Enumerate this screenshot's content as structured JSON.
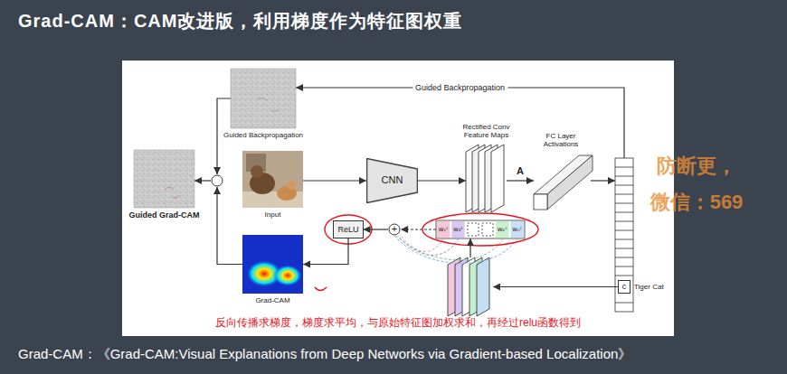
{
  "diagram": {
    "title": "Grad-CAM：CAM改进版，利用梯度作为特征图权重",
    "caption": "Grad-CAM：《Grad-CAM:Visual Explanations from Deep Networks via Gradient-based Localization》",
    "nodes": [
      {
        "text": [
          "Guided Backpropagation"
        ]
      },
      {
        "text": [
          "Guided Grad-CAM"
        ]
      },
      {
        "text": []
      },
      {
        "text": [
          "Input"
        ]
      },
      {
        "text": [
          "CNN"
        ]
      },
      {
        "text": [
          "Rectified Conv Feature Maps"
        ]
      },
      {
        "text": [
          "FC Layer Activations"
        ]
      },
      {
        "text": []
      },
      {
        "text": [
          "c",
          "Tiger Cat"
        ],
        "in": 7
      },
      {
        "text": [
          "ReLU"
        ]
      },
      {
        "text": [
          "+"
        ]
      },
      {
        "text": []
      },
      {
        "text": [
          "Grad-CAM"
        ]
      },
      {
        "text": []
      }
    ],
    "edges": [
      {
        "from": 7,
        "to": 0,
        "arrow": "to",
        "label": "Guided Backpropagation"
      },
      {
        "from": 0,
        "to": 2,
        "arrow": "to"
      },
      {
        "from": 12,
        "to": 2,
        "arrow": "to"
      },
      {
        "from": 2,
        "to": 1,
        "arrow": "to"
      },
      {
        "from": 3,
        "to": 4,
        "arrow": "to"
      },
      {
        "from": 4,
        "to": 5,
        "arrow": "to"
      },
      {
        "from": 5,
        "to": 6,
        "arrow": "to",
        "label": "A"
      },
      {
        "from": 6,
        "to": 7,
        "arrow": "to"
      },
      {
        "from": 8,
        "to": 13,
        "arrow": "to"
      },
      {
        "from": 13,
        "to": 11,
        "arrow": "to"
      },
      {
        "from": 11,
        "to": 10,
        "arrow": "to"
      },
      {
        "from": 10,
        "to": 9,
        "arrow": "to"
      },
      {
        "from": 9,
        "to": 12,
        "arrow": "to"
      }
    ],
    "labels": [
      "w₁ᶜ",
      "w₂ᶜ",
      "wₖᶜ",
      "wₙᶜ",
      "反向传播求梯度，梯度求平均，与原始特征图加权求和，再经过relu函数得到",
      "防断更，",
      "微信：569"
    ]
  }
}
